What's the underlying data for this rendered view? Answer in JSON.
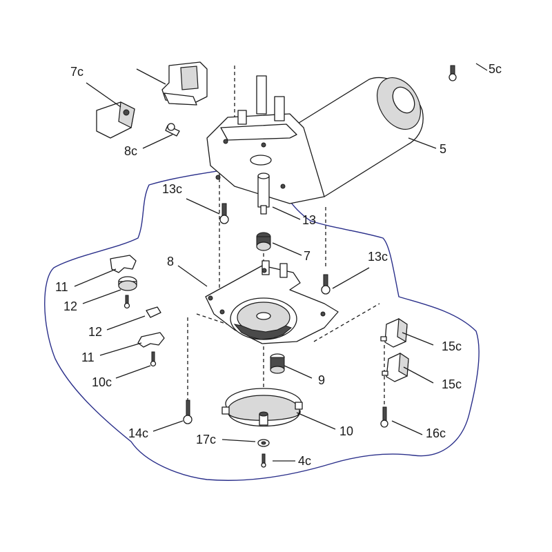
{
  "labels": {
    "l_7c": "7c",
    "l_5c": "5c",
    "l_8c": "8c",
    "l_5": "5",
    "l_13c_top": "13c",
    "l_13": "13",
    "l_7": "7",
    "l_8": "8",
    "l_13c_right": "13c",
    "l_11_top": "11",
    "l_12_top": "12",
    "l_12_bottom": "12",
    "l_11_bottom": "11",
    "l_10c": "10c",
    "l_9": "9",
    "l_15c_top": "15c",
    "l_15c_bottom": "15c",
    "l_14c": "14c",
    "l_10": "10",
    "l_16c": "16c",
    "l_17c": "17c",
    "l_4c": "4c"
  },
  "colors": {
    "ink": "#1a1a1a",
    "boundary": "#2a2f8a",
    "background": "#ffffff"
  }
}
